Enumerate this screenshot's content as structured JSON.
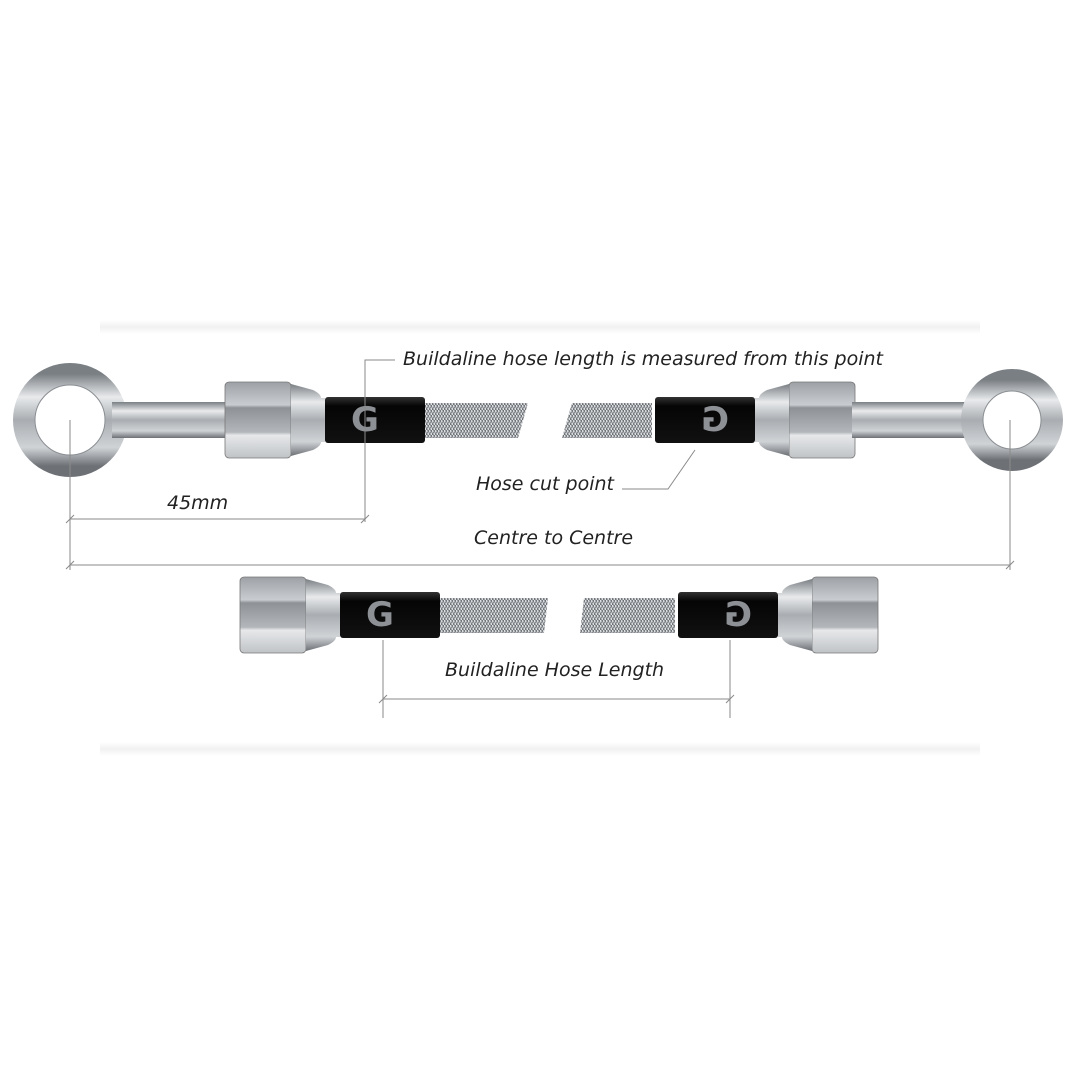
{
  "labels": {
    "measure_point": "Buildaline hose length is measured from this point",
    "fitting_offset": "45mm",
    "hose_cut_point": "Hose cut point",
    "centre_to_centre": "Centre to Centre",
    "hose_length": "Buildaline Hose Length"
  },
  "logo_letter": "G",
  "colors": {
    "sleeve": "#0d0d0d",
    "metal": "#b8bcc0",
    "line": "#8a8a8a",
    "text": "#222222"
  }
}
